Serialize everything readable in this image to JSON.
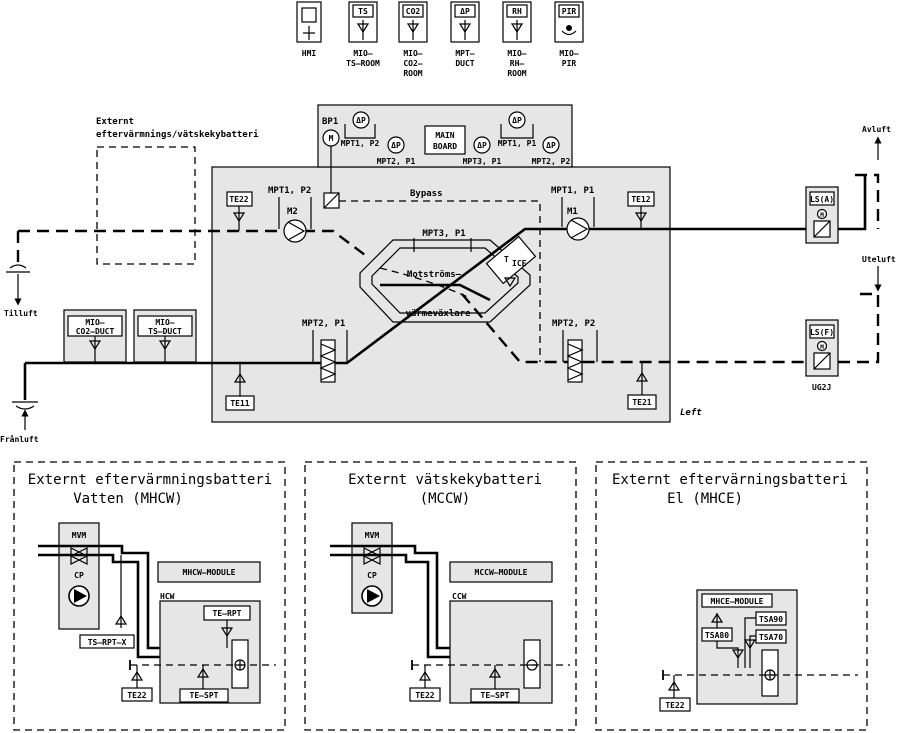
{
  "top_devices": {
    "hmi": {
      "label": "HMI"
    },
    "ts_room": {
      "symbol": "TS",
      "label": [
        "MIO–",
        "TS–ROOM"
      ]
    },
    "co2": {
      "symbol": "CO2",
      "label": [
        "MIO–",
        "CO2–",
        "ROOM"
      ]
    },
    "dp": {
      "symbol": "ΔP",
      "label": [
        "MPT–",
        "DUCT"
      ]
    },
    "rh": {
      "symbol": "RH",
      "label": [
        "MIO–",
        "RH–",
        "ROOM"
      ]
    },
    "pir": {
      "symbol": "PIR",
      "label": [
        "MIO–",
        "PIR"
      ]
    }
  },
  "external_top": [
    "Externt",
    "eftervärmnings/vätskekybatteri"
  ],
  "main_board": {
    "bp1": "BP1",
    "motor_symbol": "M",
    "title": [
      "MAIN",
      "BOARD"
    ],
    "dp_symbol": "ΔP",
    "dp_labels": [
      "MPT1, P2",
      "MPT2, P1",
      "MPT3, P1",
      "MPT1, P1",
      "MPT2, P2"
    ]
  },
  "unit": {
    "te22": "TE22",
    "te12": "TE12",
    "te11": "TE11",
    "te21": "TE21",
    "mpt1_p2": "MPT1, P2",
    "mpt1_p1": "MPT1, P1",
    "mpt3_p1": "MPT3, P1",
    "mpt2_p1": "MPT2, P1",
    "mpt2_p2": "MPT2, P2",
    "m2": "M2",
    "m1": "M1",
    "bypass": "Bypass",
    "hx_line1": "Motströms–",
    "hx_line2": "värmeväxlare",
    "te_ice": [
      "T",
      "ICE"
    ],
    "name": "Left"
  },
  "ducts": {
    "tilluft": "Tilluft",
    "franluft": "Frånluft",
    "avluft": "Avluft",
    "uteluft": "Uteluft",
    "mio_co2": [
      "MIO–",
      "CO2–DUCT"
    ],
    "mio_ts": [
      "MIO–",
      "TS–DUCT"
    ],
    "ls_a": "LS(A)",
    "ls_f": "LS(F)",
    "ug2j": "UG2J",
    "motor_symbol": "M"
  },
  "sections": [
    {
      "title": [
        "Externt eftervärmningsbatteri",
        "Vatten (MHCW)"
      ],
      "mvm": "MVM",
      "cp": "CP",
      "module": "MHCW–MODULE",
      "coil": "HCW",
      "te_rpt": "TE–RPT",
      "ts_rpt_x": "TS–RPT–X",
      "te_spt": "TE–SPT",
      "te22": "TE22"
    },
    {
      "title": [
        "Externt vätskekybatteri",
        "(MCCW)"
      ],
      "mvm": "MVM",
      "cp": "CP",
      "module": "MCCW–MODULE",
      "coil": "CCW",
      "te_spt": "TE–SPT",
      "te22": "TE22"
    },
    {
      "title": [
        "Externt eftervärningsbatteri",
        "El (MHCE)"
      ],
      "module": "MHCE–MODULE",
      "tsa80": "TSA80",
      "tsa90": "TSA90",
      "tsa70": "TSA70",
      "te22": "TE22"
    }
  ]
}
